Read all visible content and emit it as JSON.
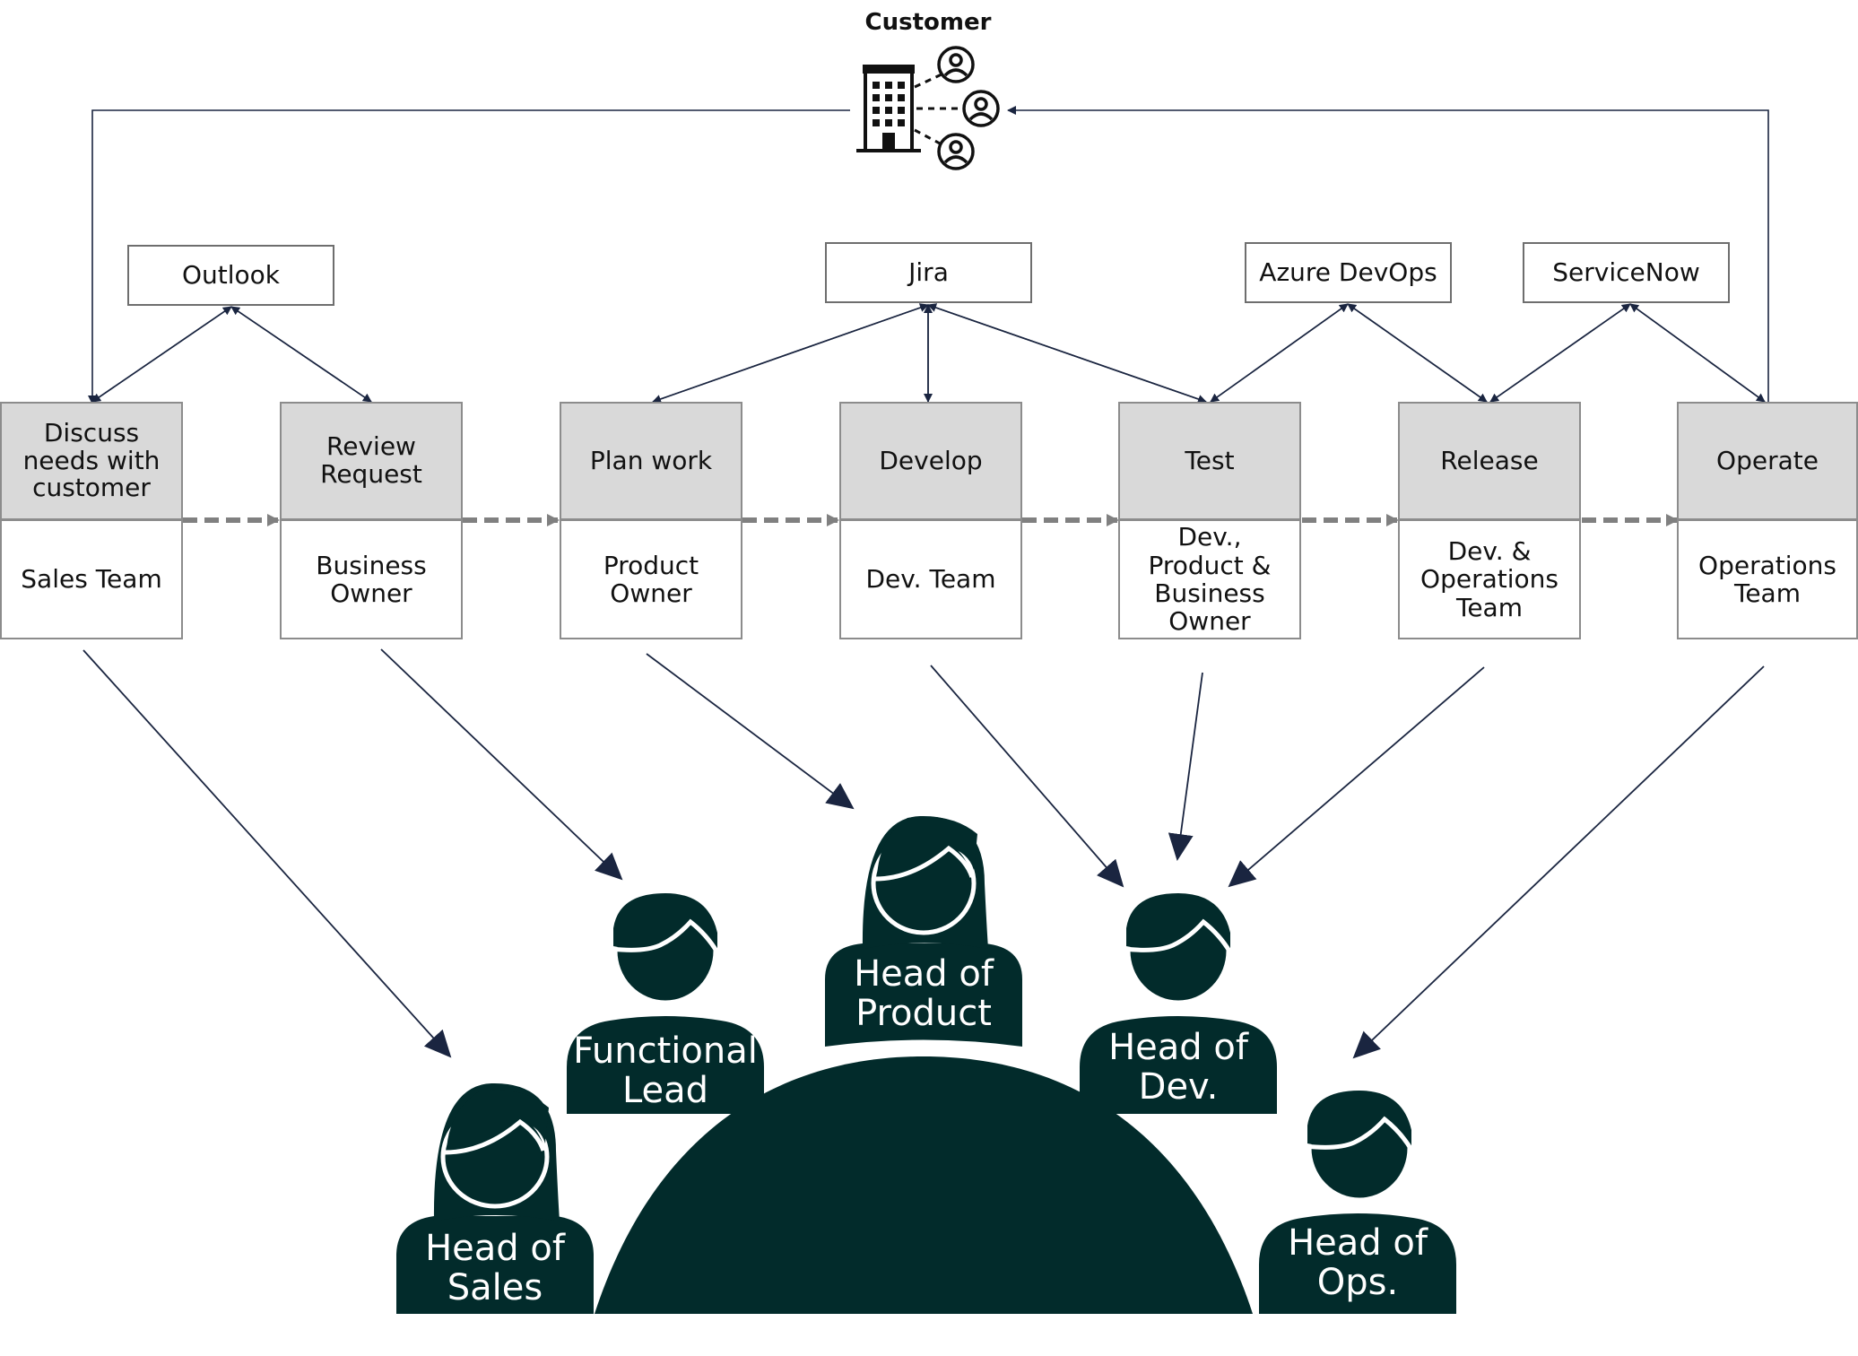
{
  "customer": {
    "title": "Customer"
  },
  "tools": [
    {
      "id": "outlook",
      "label": "Outlook"
    },
    {
      "id": "jira",
      "label": "Jira"
    },
    {
      "id": "azure-devops",
      "label": "Azure DevOps"
    },
    {
      "id": "servicenow",
      "label": "ServiceNow"
    }
  ],
  "steps": [
    {
      "id": "discuss",
      "label": "Discuss\nneeds with\ncustomer",
      "owner": "Sales Team"
    },
    {
      "id": "review",
      "label": "Review\nRequest",
      "owner": "Business\nOwner"
    },
    {
      "id": "plan",
      "label": "Plan work",
      "owner": "Product\nOwner"
    },
    {
      "id": "develop",
      "label": "Develop",
      "owner": "Dev. Team"
    },
    {
      "id": "test",
      "label": "Test",
      "owner": "Dev.,\nProduct &\nBusiness\nOwner"
    },
    {
      "id": "release",
      "label": "Release",
      "owner": "Dev. &\nOperations\nTeam"
    },
    {
      "id": "operate",
      "label": "Operate",
      "owner": "Operations\nTeam"
    }
  ],
  "people": [
    {
      "id": "head-of-sales",
      "label": "Head of\nSales"
    },
    {
      "id": "functional-lead",
      "label": "Functional\nLead"
    },
    {
      "id": "head-of-product",
      "label": "Head of\nProduct"
    },
    {
      "id": "head-of-dev",
      "label": "Head of\nDev."
    },
    {
      "id": "head-of-ops",
      "label": "Head of\nOps."
    }
  ],
  "colors": {
    "accent_dark": "#022b2b",
    "connector": "#1a2540",
    "process_arrow": "#808080",
    "step_fill": "#d9d9d9",
    "box_border": "#8c8c8c"
  }
}
